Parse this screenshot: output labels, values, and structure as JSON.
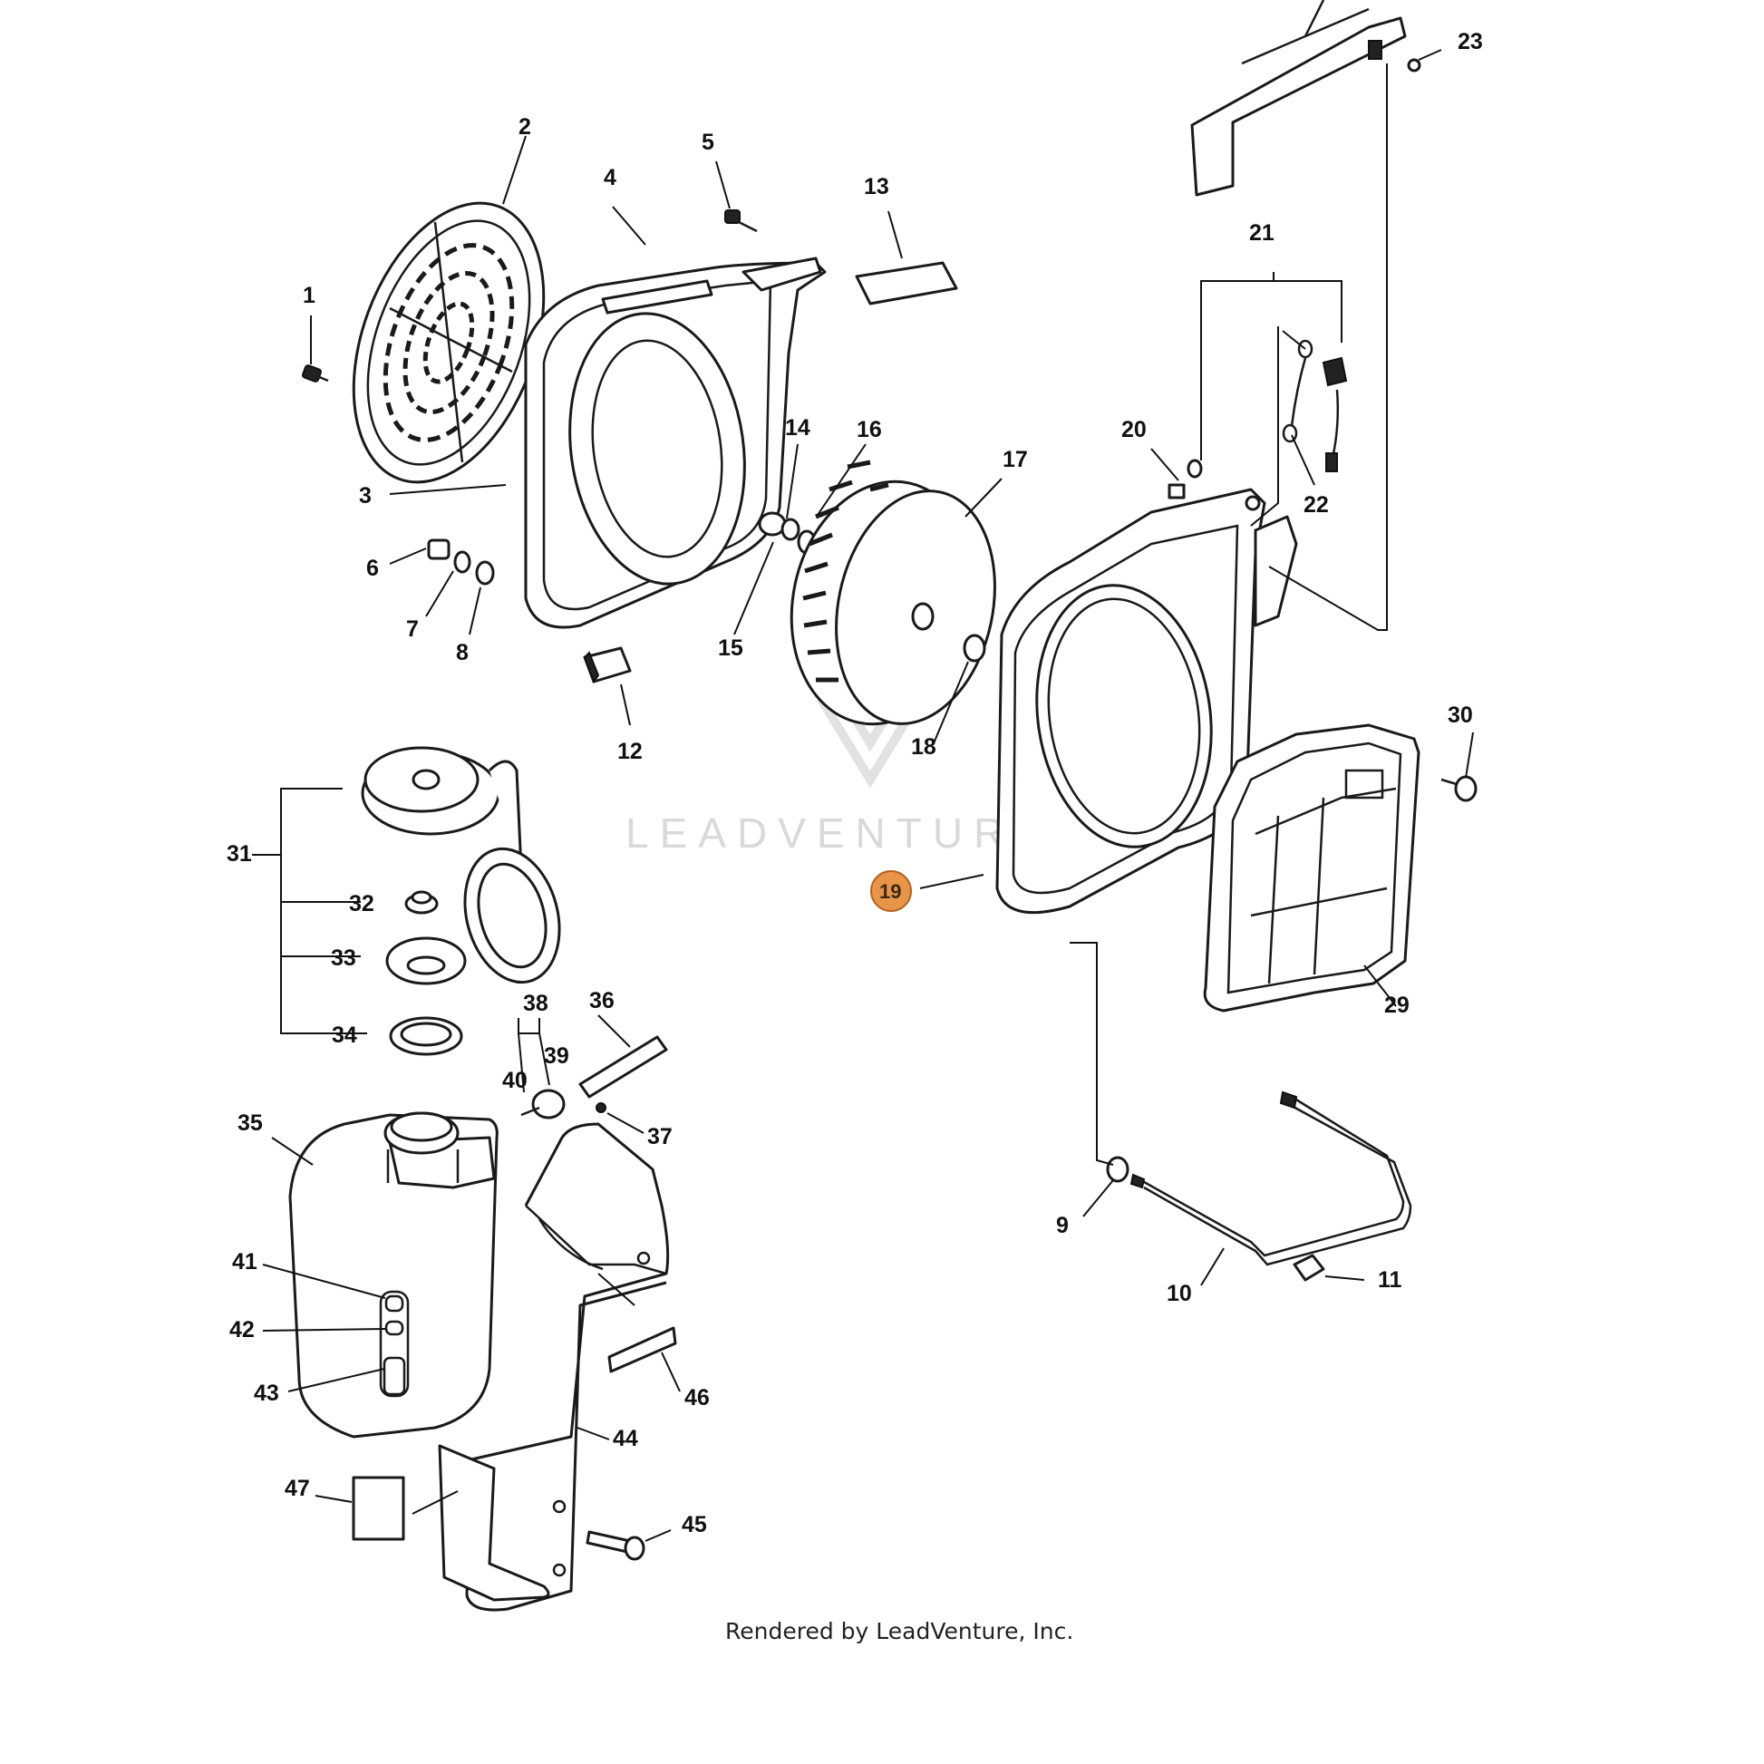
{
  "diagram": {
    "highlight_color": "#e8954a",
    "callouts": {
      "c1": "1",
      "c2": "2",
      "c3": "3",
      "c4": "4",
      "c5": "5",
      "c6": "6",
      "c7": "7",
      "c8": "8",
      "c9": "9",
      "c10": "10",
      "c11": "11",
      "c12": "12",
      "c13": "13",
      "c14": "14",
      "c15": "15",
      "c16": "16",
      "c17": "17",
      "c18": "18",
      "c19": "19",
      "c20": "20",
      "c21": "21",
      "c22": "22",
      "c23": "23",
      "c29": "29",
      "c30": "30",
      "c31": "31",
      "c32": "32",
      "c33": "33",
      "c34": "34",
      "c35": "35",
      "c36": "36",
      "c37": "37",
      "c38": "38",
      "c39": "39",
      "c40": "40",
      "c41": "41",
      "c42": "42",
      "c43": "43",
      "c44": "44",
      "c45": "45",
      "c46": "46",
      "c47": "47"
    },
    "watermark": "LEADVENTURE",
    "footer": "Rendered by LeadVenture, Inc."
  }
}
